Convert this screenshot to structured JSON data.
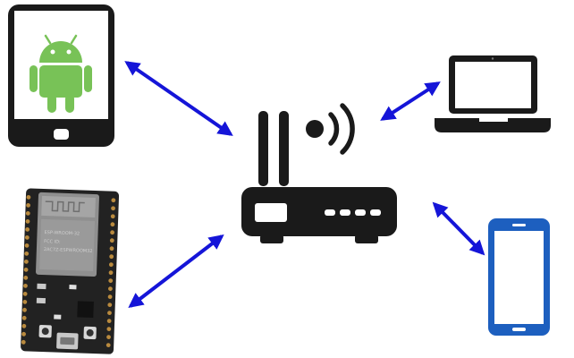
{
  "colors": {
    "background": "#ffffff",
    "arrow": "#1515d8",
    "device_dark": "#1a1a1a",
    "android_green": "#78c257",
    "phone_blue": "#1d5fbf",
    "board_black": "#222222",
    "module_gray": "#8f8f8f"
  },
  "diagram": {
    "center_node": {
      "name": "wifi-router",
      "icon": "router-icon"
    },
    "nodes": [
      {
        "name": "android-tablet",
        "icon": "android-tablet-icon"
      },
      {
        "name": "laptop",
        "icon": "laptop-icon"
      },
      {
        "name": "esp32-board",
        "icon": "esp32-board-icon"
      },
      {
        "name": "smartphone",
        "icon": "smartphone-icon"
      }
    ],
    "links": [
      {
        "from": "android-tablet",
        "to": "wifi-router",
        "bidirectional": true
      },
      {
        "from": "laptop",
        "to": "wifi-router",
        "bidirectional": true
      },
      {
        "from": "esp32-board",
        "to": "wifi-router",
        "bidirectional": true
      },
      {
        "from": "smartphone",
        "to": "wifi-router",
        "bidirectional": true
      }
    ]
  },
  "esp_module": {
    "line1": "ESP-WROOM-32",
    "line2": "FCC ID:",
    "line3": "2AC7Z-ESPWROOM32"
  }
}
